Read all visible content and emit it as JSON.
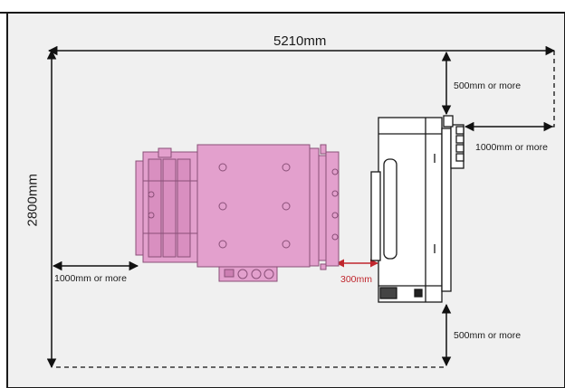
{
  "diagram": {
    "width_label": "5210mm",
    "height_label": "2800mm",
    "top_clearance": "500mm or more",
    "right_clearance": "1000mm or more",
    "left_clearance": "1000mm or more",
    "gap_label": "300mm",
    "bottom_clearance": "500mm or more"
  },
  "colors": {
    "room_fill": "#f0f0f0",
    "machine_fill": "#e3a0cd",
    "machine_stroke": "#8a4f78",
    "accent_red": "#c0262d"
  }
}
